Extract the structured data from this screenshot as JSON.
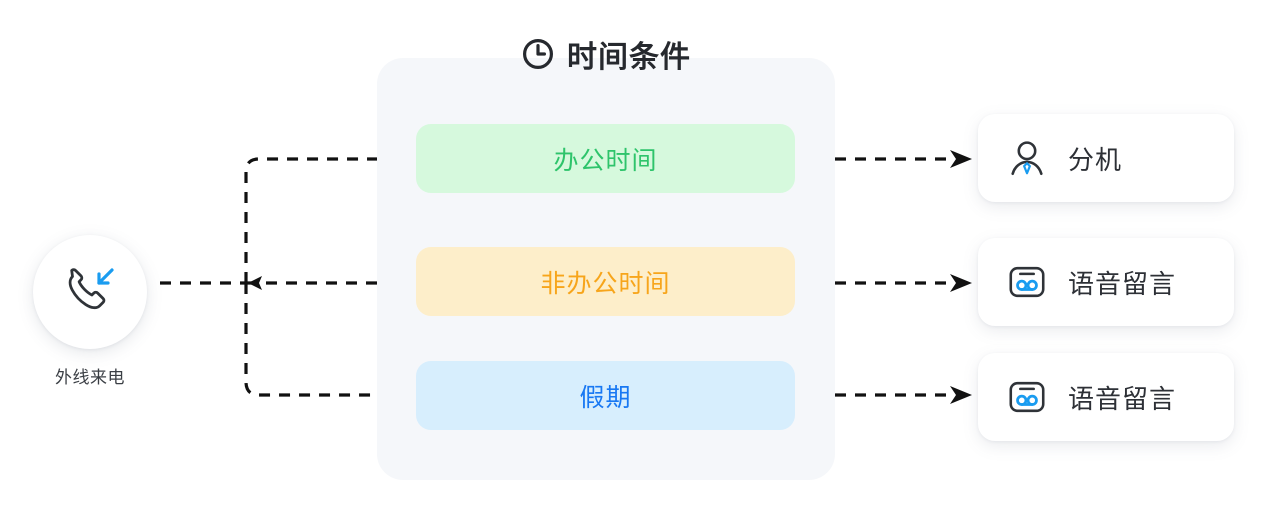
{
  "diagram": {
    "title": "时间条件",
    "title_icon": "clock-icon",
    "source": {
      "label": "外线来电",
      "icon": "incoming-call-icon"
    },
    "conditions": [
      {
        "label": "办公时间",
        "bg": "#d6f9dd",
        "text_color": "#2ec46b"
      },
      {
        "label": "非办公时间",
        "bg": "#fdeeca",
        "text_color": "#f7a51b"
      },
      {
        "label": "假期",
        "bg": "#d7eefd",
        "text_color": "#1878f3"
      }
    ],
    "destinations": [
      {
        "label": "分机",
        "icon": "extension-user-icon"
      },
      {
        "label": "语音留言",
        "icon": "voicemail-icon"
      },
      {
        "label": "语音留言",
        "icon": "voicemail-icon"
      }
    ],
    "colors": {
      "panel_bg": "#f5f7fa",
      "card_bg": "#ffffff",
      "connector": "#111111",
      "accent_blue": "#1a9cf0",
      "icon_dark": "#2f3338",
      "page_bg": "#ffffff"
    },
    "connector_style": "dashed"
  }
}
